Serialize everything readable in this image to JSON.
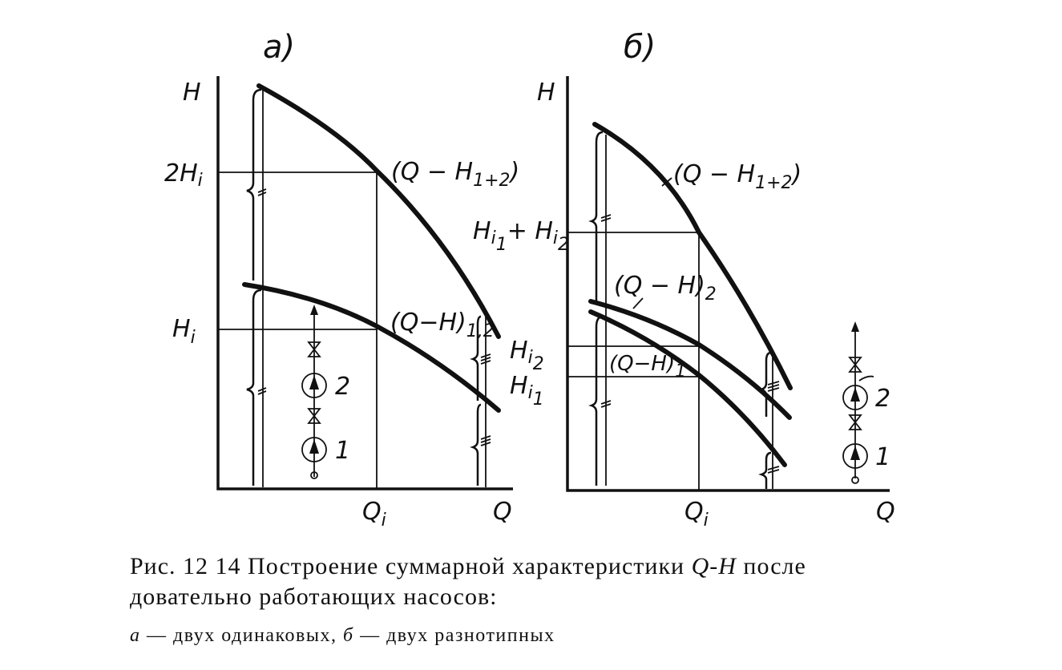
{
  "panel_a": {
    "title": "а)",
    "y_axis": "H",
    "x_axis": "Q",
    "x_tick": "Q",
    "x_tick_sub": "i",
    "tick_2hi": "2H",
    "tick_2hi_sub": "i",
    "tick_hi": "H",
    "tick_hi_sub": "i",
    "curve_sum": "(Q − H",
    "curve_sum_sub": "1+2",
    "curve_sum_end": ")",
    "curve_single": "(Q−H)",
    "curve_single_sub": "1,2",
    "right_top": "H",
    "right_top_sub": "i",
    "right_top_sub2": "2",
    "right_bottom": "H",
    "right_bottom_sub": "i",
    "right_bottom_sub2": "1",
    "pump_2": "2",
    "pump_1": "1"
  },
  "panel_b": {
    "title": "б)",
    "y_axis": "H",
    "x_axis": "Q",
    "x_tick": "Q",
    "x_tick_sub": "i",
    "sum_label": "H",
    "sum_label_sub": "i",
    "sum_label_sub2": "1",
    "sum_plus": "+ H",
    "sum_label2_sub": "i",
    "sum_label2_sub2": "2",
    "curve_sum": "(Q − H",
    "curve_sum_sub": "1+2",
    "curve_sum_end": ")",
    "curve_2": "(Q − H)",
    "curve_2_sub": "2",
    "curve_1": "(Q−H)",
    "curve_1_sub": "1",
    "pump_2": "2",
    "pump_1": "1"
  },
  "caption": {
    "line1_prefix": "Рис. 12 14  Построение суммарной характеристики ",
    "line1_italic": "Q-H",
    "line1_suffix": " после",
    "line2": "довательно работающих насосов:",
    "line3_a": "а",
    "line3_mid": " — двух одинаковых, ",
    "line3_b": "б",
    "line3_end": " — двух разнотипных"
  }
}
